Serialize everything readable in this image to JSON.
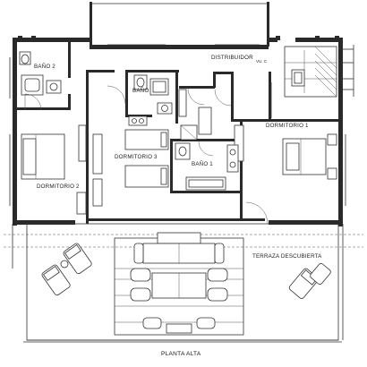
{
  "plan": {
    "title": "PLANTA ALTA",
    "rooms": {
      "bano2": "BAÑO 2",
      "distribuidor": "DISTRIBUIDOR",
      "bano_small": "BAÑO",
      "vu_c": "VU. C",
      "dormitorio1": "DORMITORIO 1",
      "dormitorio3": "DORMITORIO 3",
      "bano1": "BAÑO 1",
      "dormitorio2": "DORMITORIO 2",
      "terraza": "TERRAZA DESCUBIERTA"
    }
  }
}
